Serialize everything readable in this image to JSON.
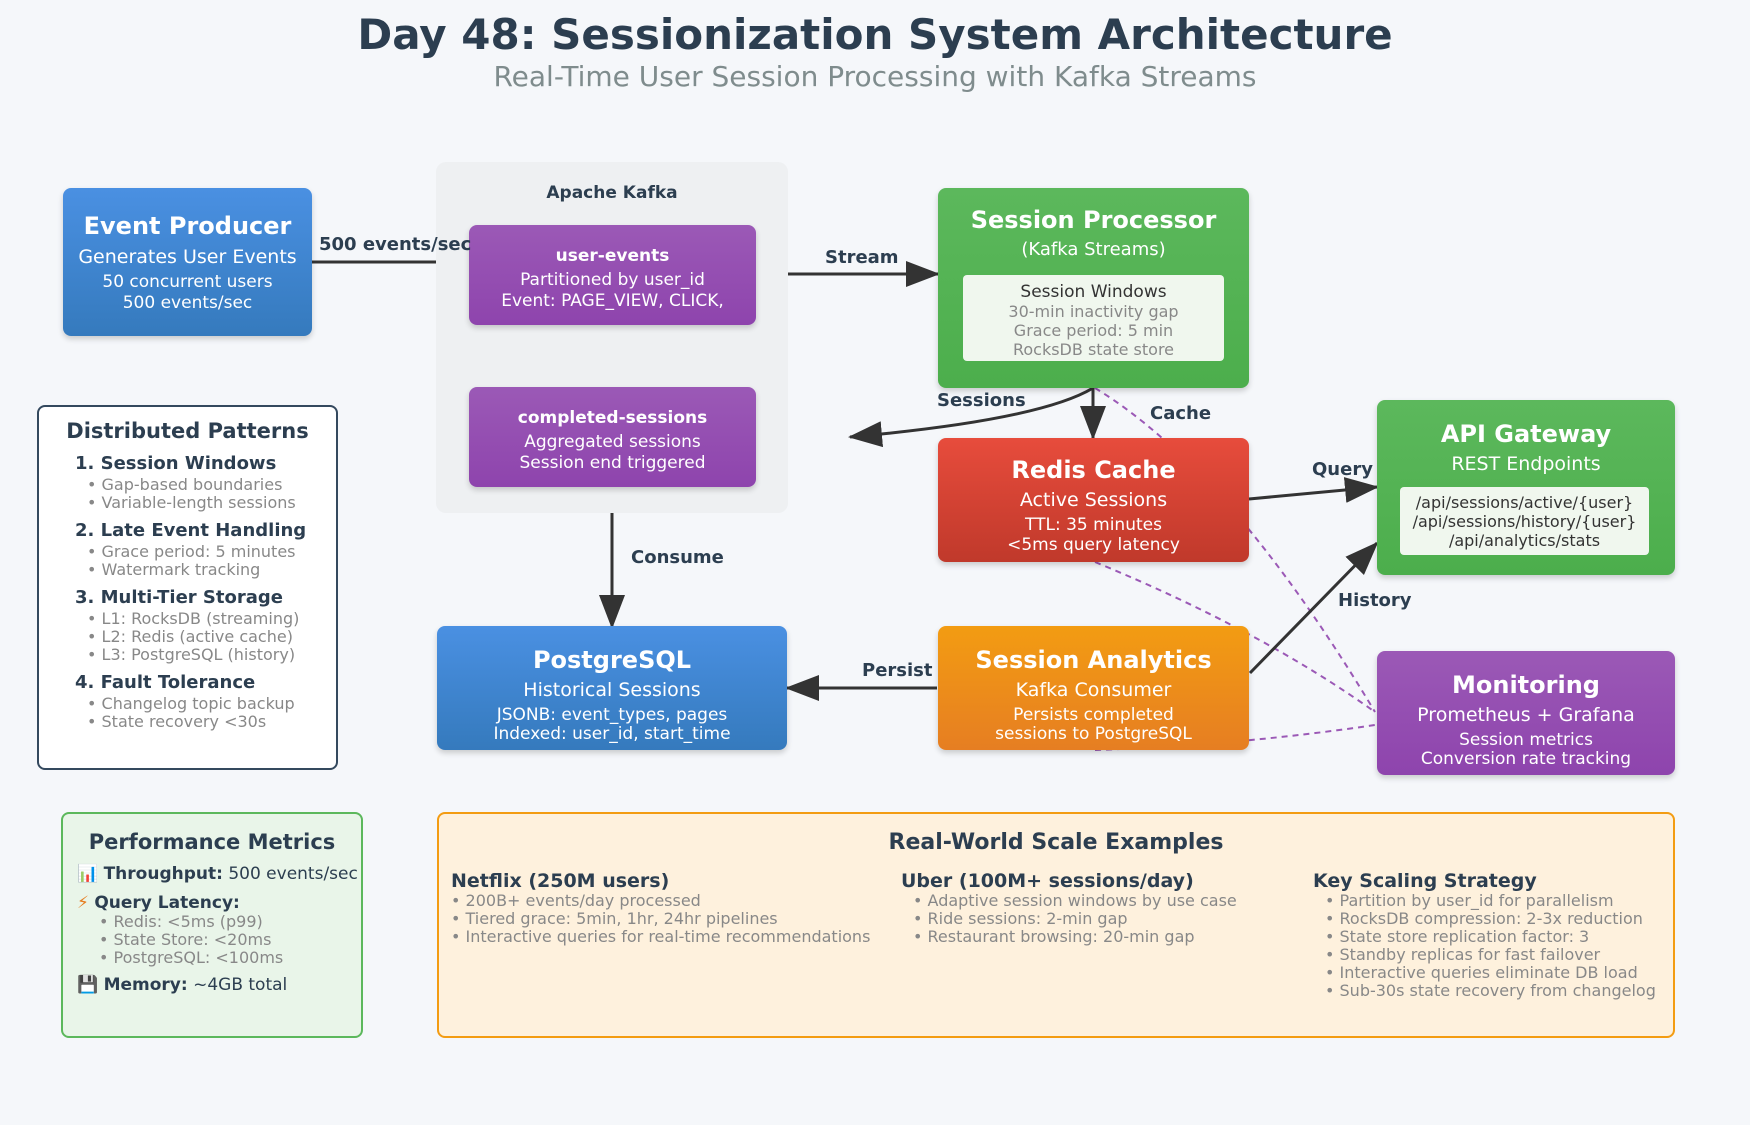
{
  "title": "Day 48: Sessionization System Architecture",
  "subtitle": "Real-Time User Session Processing with Kafka Streams",
  "kafka_label": "Apache Kafka",
  "producer": {
    "title": "Event Producer",
    "line1": "Generates User Events",
    "line2": "50 concurrent users",
    "line3": "500 events/sec"
  },
  "user_events": {
    "title": "user-events",
    "line1": "Partitioned by user_id",
    "line2": "Event: PAGE_VIEW, CLICK,"
  },
  "completed_sessions": {
    "title": "completed-sessions",
    "line1": "Aggregated sessions",
    "line2": "Session end triggered"
  },
  "processor": {
    "title": "Session Processor",
    "subtitle": "(Kafka Streams)",
    "inner": [
      "Session Windows",
      "30-min inactivity gap",
      "Grace period: 5 min",
      "RocksDB state store"
    ]
  },
  "redis": {
    "title": "Redis Cache",
    "line1": "Active Sessions",
    "line2": "TTL: 35 minutes",
    "line3": "<5ms query latency"
  },
  "api": {
    "title": "API Gateway",
    "line1": "REST Endpoints",
    "endpoints": [
      "/api/sessions/active/{user}",
      "/api/sessions/history/{user}",
      "/api/analytics/stats"
    ]
  },
  "postgres": {
    "title": "PostgreSQL",
    "line1": "Historical Sessions",
    "line2": "JSONB: event_types, pages",
    "line3": "Indexed: user_id, start_time"
  },
  "analytics": {
    "title": "Session Analytics",
    "line1": "Kafka Consumer",
    "line2": "Persists completed",
    "line3": "sessions to PostgreSQL"
  },
  "monitoring": {
    "title": "Monitoring",
    "line1": "Prometheus + Grafana",
    "line2": "Session metrics",
    "line3": "Conversion rate tracking"
  },
  "edges": {
    "rate": "500 events/sec",
    "stream": "Stream",
    "sessions": "Sessions",
    "cache": "Cache",
    "query": "Query",
    "consume": "Consume",
    "persist": "Persist",
    "history": "History"
  },
  "patterns": {
    "title": "Distributed Patterns",
    "items": [
      {
        "head": "1. Session Windows",
        "subs": [
          "• Gap-based boundaries",
          "• Variable-length sessions"
        ]
      },
      {
        "head": "2. Late Event Handling",
        "subs": [
          "• Grace period: 5 minutes",
          "• Watermark tracking"
        ]
      },
      {
        "head": "3. Multi-Tier Storage",
        "subs": [
          "• L1: RocksDB (streaming)",
          "• L2: Redis (active cache)",
          "• L3: PostgreSQL (history)"
        ]
      },
      {
        "head": "4. Fault Tolerance",
        "subs": [
          "• Changelog topic backup",
          "• State recovery <30s"
        ]
      }
    ]
  },
  "metrics": {
    "title": "Performance Metrics",
    "throughput_label": "Throughput:",
    "throughput_value": "500 events/sec",
    "latency_label": "Query Latency:",
    "latency_items": [
      "• Redis: <5ms (p99)",
      "• State Store: <20ms",
      "• PostgreSQL: <100ms"
    ],
    "memory_label": "Memory:",
    "memory_value": "~4GB total",
    "icons": [
      "bar-chart-icon",
      "lightning-icon",
      "floppy-disk-icon"
    ]
  },
  "scale": {
    "title": "Real-World Scale Examples",
    "columns": [
      {
        "head": "Netflix (250M users)",
        "items": [
          "• 200B+ events/day processed",
          "• Tiered grace: 5min, 1hr, 24hr pipelines",
          "• Interactive queries for real-time recommendations"
        ]
      },
      {
        "head": "Uber (100M+ sessions/day)",
        "items": [
          "• Adaptive session windows by use case",
          "• Ride sessions: 2-min gap",
          "• Restaurant browsing: 20-min gap"
        ]
      },
      {
        "head": "Key Scaling Strategy",
        "items": [
          "• Partition by user_id for parallelism",
          "• RocksDB compression: 2-3x reduction",
          "• State store replication factor: 3",
          "• Standby replicas for fast failover",
          "• Interactive queries eliminate DB load",
          "• Sub-30s state recovery from changelog"
        ]
      }
    ]
  },
  "colors": {
    "producer": "#4a90e2",
    "kafka_topic": "#9b59b6",
    "processor": "#5cb85c",
    "redis": "#e74c3c",
    "analytics": "#f39c12",
    "monitoring_link": "#9b59b6"
  }
}
